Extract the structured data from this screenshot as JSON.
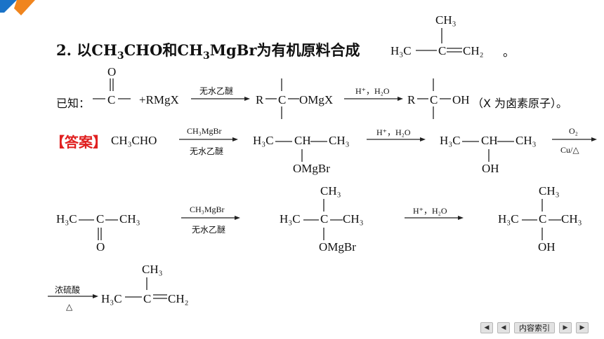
{
  "question": {
    "number": "2.",
    "text_before": "以CH",
    "sub3a": "3",
    "text_mid1": "CHO和CH",
    "sub3b": "3",
    "text_mid2": "MgBr为有机原料合成",
    "period": "。"
  },
  "known": {
    "label": "已知：",
    "reagent": "+RMgX",
    "tail": "（X 为卤素原子）。"
  },
  "answer": {
    "label": "【答案】",
    "start": "CH₃CHO"
  },
  "reagents": {
    "grignard": "CH₃MgBr",
    "ether": "无水乙醚",
    "acid": "H⁺，H₂O",
    "oxygen": "O₂",
    "cu_heat": "Cu/△",
    "h2so4": "浓硫酸",
    "heat": "△"
  },
  "groups": {
    "ch3": "CH₃",
    "h3c": "H₃C",
    "ch2": "CH₂",
    "omgbr": "OMgBr",
    "oh": "OH",
    "o": "O",
    "r": "R",
    "omgx": "OMgX",
    "c": "C",
    "ch": "CH"
  },
  "nav": {
    "first": "◀",
    "prev": "◀",
    "index": "内容索引",
    "next": "▶",
    "last": "▶"
  },
  "colors": {
    "answer_red": "#e02020",
    "logo_blue": "#1a73c8",
    "logo_orange": "#f0851e"
  }
}
